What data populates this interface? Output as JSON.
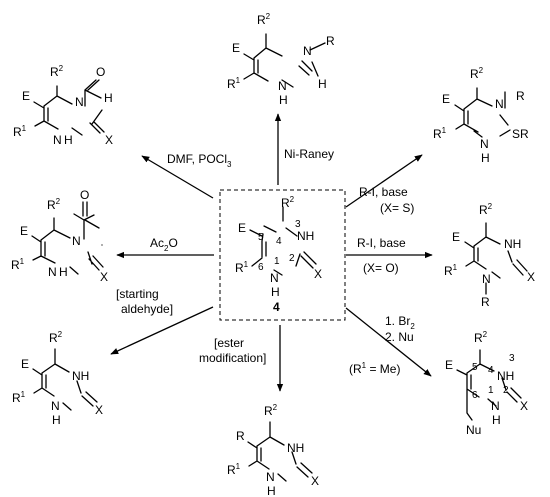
{
  "atoms": {
    "E": "E",
    "R": "R",
    "R1": "R",
    "R2": "R",
    "sup1": "1",
    "sup2": "2",
    "N": "N",
    "NH": "NH",
    "H": "H",
    "O": "O",
    "X": "X",
    "SR": "SR",
    "Nu": "Nu"
  },
  "ring_numbers": [
    "1",
    "2",
    "3",
    "4",
    "5",
    "6"
  ],
  "central_compound": {
    "label": "4"
  },
  "conditions": {
    "ni_raney": "Ni-Raney",
    "dmf_pocl3_a": "DMF, POCl",
    "dmf_pocl3_sub": "3",
    "ri_base_s": "R-I, base",
    "x_s": "(X= S)",
    "ac2o_a": "Ac",
    "ac2o_sub": "2",
    "ac2o_b": "O",
    "ri_base_o": "R-I, base",
    "x_o": "(X= O)",
    "starting_aldehyde_1": "[starting",
    "starting_aldehyde_2": "aldehyde]",
    "ester_mod_1": "[ester",
    "ester_mod_2": "modification]",
    "br2_a": "1. Br",
    "br2_sub": "2",
    "nu_step": "2. Nu",
    "r1_me_a": "(R",
    "r1_me_sup": "1",
    "r1_me_b": " = Me)"
  }
}
